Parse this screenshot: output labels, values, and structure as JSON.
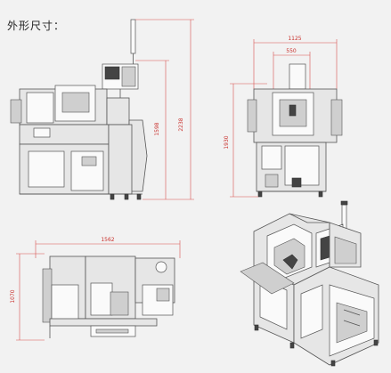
{
  "title": "外形尺寸：",
  "dimensions": {
    "side_height_total": "2238",
    "side_height_body": "1598",
    "front_width_total": "1125",
    "front_width_inner": "550",
    "front_height": "1930",
    "top_width": "1562",
    "top_depth": "1070"
  }
}
